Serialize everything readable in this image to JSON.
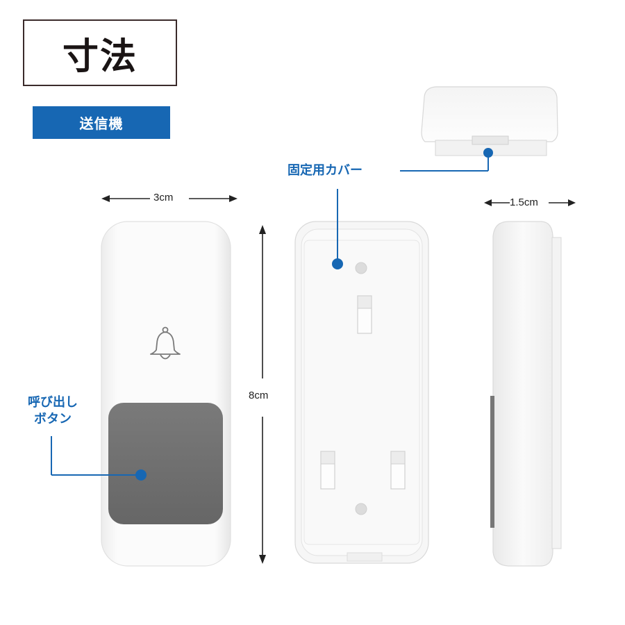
{
  "title": "寸法",
  "badge": "送信機",
  "dimensions": {
    "width": "3cm",
    "height": "8cm",
    "depth": "1.5cm"
  },
  "callouts": {
    "cover": "固定用カバー",
    "button_line1": "呼び出し",
    "button_line2": "ボタン"
  },
  "colors": {
    "accent": "#1767b3",
    "button_gray": "#6e6e6e",
    "device_white": "#f7f7f7"
  },
  "icons": {
    "bell": "bell-icon"
  }
}
